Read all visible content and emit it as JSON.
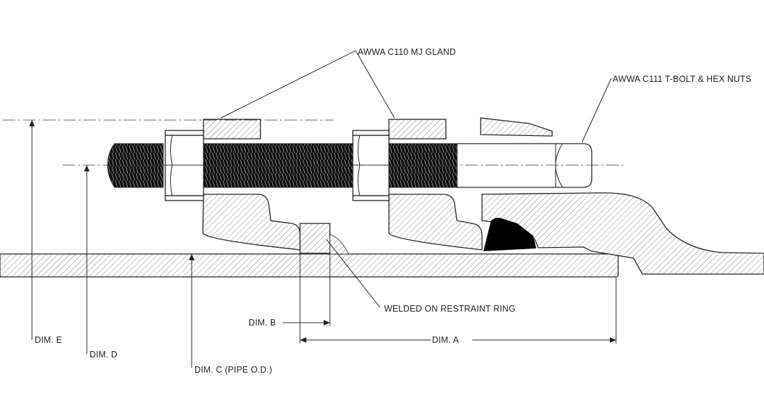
{
  "drawing": {
    "labels": {
      "gland": "AWWA C110 MJ GLAND",
      "tbolt": "AWWA C111 T-BOLT & HEX NUTS",
      "ring": "WELDED ON RESTRAINT RING",
      "dim_a": "DIM. A",
      "dim_b": "DIM. B",
      "dim_c": "DIM. C (PIPE O.D.)",
      "dim_d": "DIM. D",
      "dim_e": "DIM. E"
    },
    "colors": {
      "line": "#222222",
      "hatch": "#555555",
      "fill_black": "#000000",
      "background": "#ffffff"
    }
  }
}
